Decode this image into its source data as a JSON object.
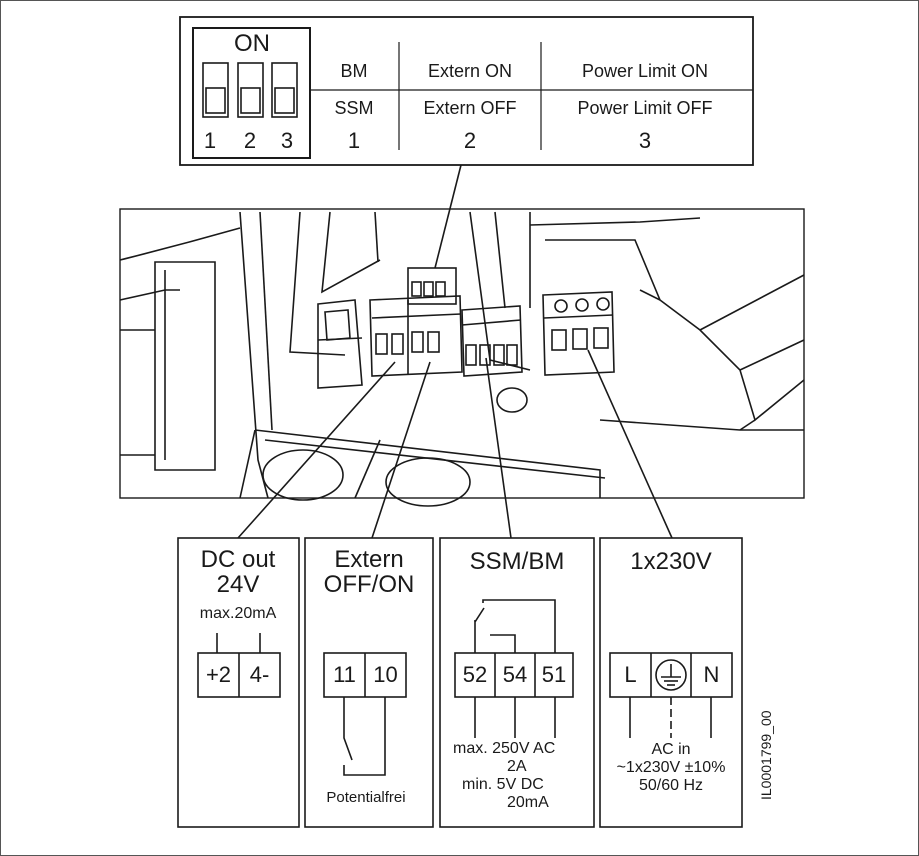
{
  "dip_panel": {
    "on_label": "ON",
    "switch_numbers": [
      "1",
      "2",
      "3"
    ],
    "rows_top": [
      "BM",
      "Extern ON",
      "Power Limit ON"
    ],
    "rows_bottom": [
      "SSM",
      "Extern OFF",
      "Power Limit OFF"
    ],
    "column_numbers": [
      "1",
      "2",
      "3"
    ]
  },
  "boxes": {
    "dc_out": {
      "title_line1": "DC out",
      "title_line2": "24V",
      "current": "max.20mA",
      "terminals": [
        "+2",
        "4-"
      ]
    },
    "extern": {
      "title_line1": "Extern",
      "title_line2": "OFF/ON",
      "terminals": [
        "11",
        "10"
      ],
      "note": "Potentialfrei"
    },
    "ssm_bm": {
      "title": "SSM/BM",
      "terminals": [
        "52",
        "54",
        "51"
      ],
      "spec_max": "max. 250V AC",
      "spec_max_a": "2A",
      "spec_min": "min.  5V DC",
      "spec_min_a": "20mA"
    },
    "power": {
      "title": "1x230V",
      "terminals": [
        "L",
        "N"
      ],
      "ground_icon": "ground-icon",
      "ac_in": "AC in",
      "voltage": "~1x230V ±10%",
      "frequency": "50/60 Hz"
    }
  },
  "figure_id": "IL0001799_00"
}
